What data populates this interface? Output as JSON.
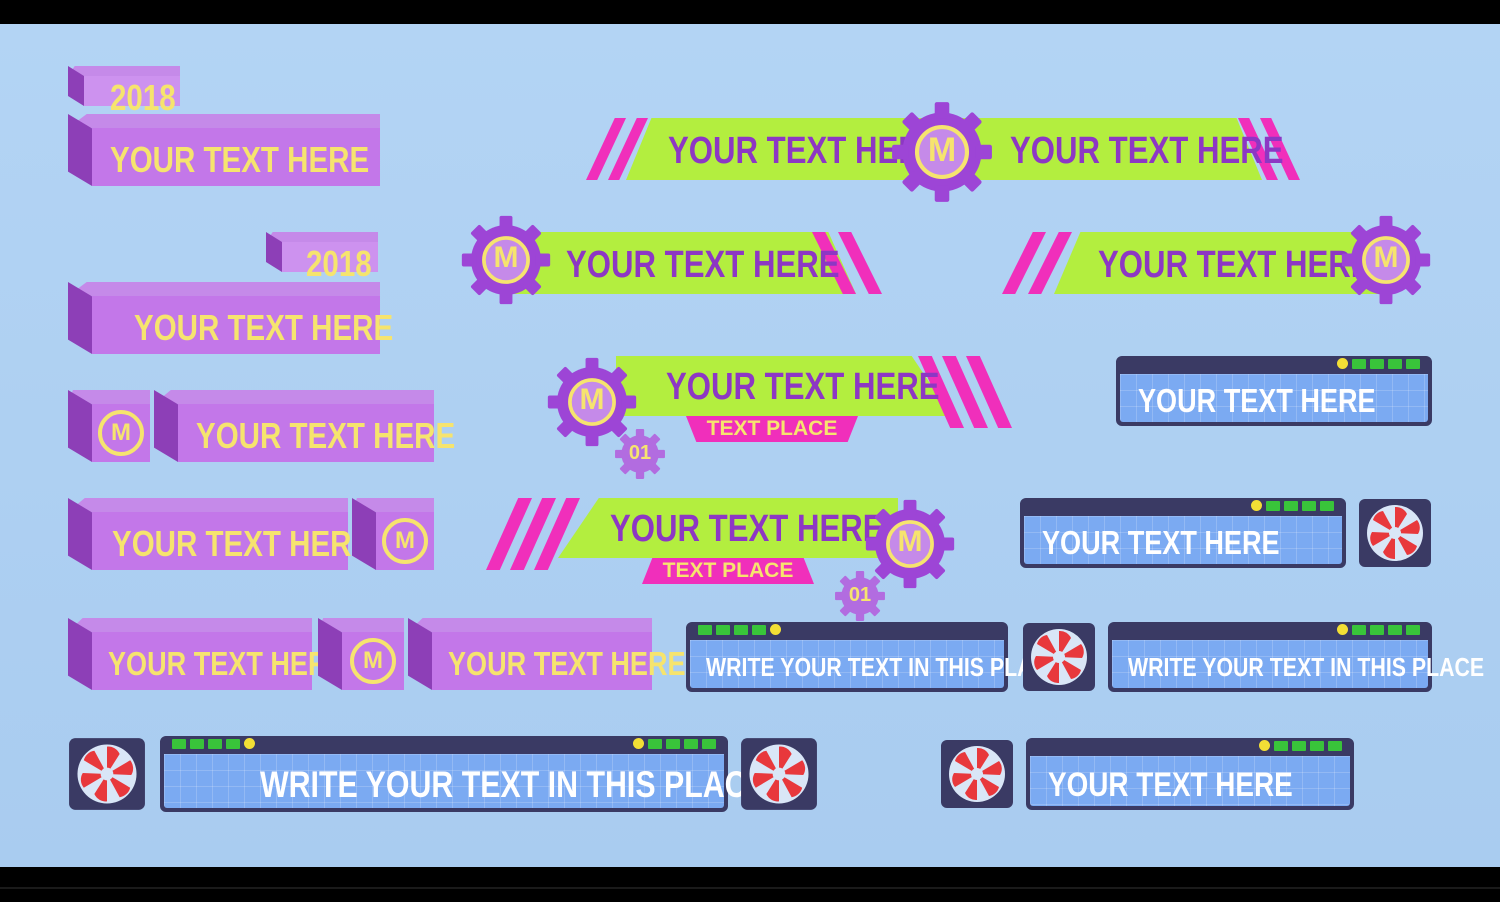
{
  "colors": {
    "background": "#aecff2",
    "purple_box": "#c377e9",
    "purple_side": "#8d3fb7",
    "yellow_text": "#f6e46e",
    "lime_band": "#b3ee3f",
    "banner_text": "#8d37c4",
    "pink": "#f02fbb",
    "panel_blue": "#7baaf2",
    "panel_border": "#3a3a64",
    "led_green": "#39c43a",
    "fan_red": "#e8383c"
  },
  "purple_set": {
    "year_tag_1": "2018",
    "title_1": "YOUR TEXT HERE",
    "year_tag_2": "2018",
    "title_2": "YOUR TEXT HERE",
    "logo_box_3": "M",
    "title_3": "YOUR TEXT HERE",
    "title_4": "YOUR TEXT HERE",
    "logo_box_4": "M",
    "title_5a": "YOUR TEXT HERE",
    "logo_box_5": "M",
    "title_5b": "YOUR TEXT HERE"
  },
  "green_set": {
    "banner_1_left": "YOUR TEXT HERE",
    "banner_1_logo": "M",
    "banner_1_right": "YOUR TEXT HERE",
    "banner_2_logo": "M",
    "banner_2_text": "YOUR TEXT HERE",
    "banner_3_text": "YOUR TEXT HERE",
    "banner_3_logo": "M",
    "banner_4_logo": "M",
    "banner_4_number": "01",
    "banner_4_text": "YOUR TEXT HERE",
    "banner_4_sub": "TEXT PLACE",
    "banner_5_text": "YOUR TEXT HERE",
    "banner_5_sub": "TEXT PLACE",
    "banner_5_logo": "M",
    "banner_5_number": "01"
  },
  "blue_set": {
    "panel_1": "YOUR TEXT HERE",
    "panel_2": "YOUR TEXT HERE",
    "panel_3": "WRITE YOUR TEXT IN THIS PLACE",
    "panel_4": "WRITE YOUR TEXT IN THIS PLACE",
    "panel_5": "WRITE YOUR TEXT IN THIS PLACE",
    "panel_6": "YOUR TEXT HERE"
  }
}
